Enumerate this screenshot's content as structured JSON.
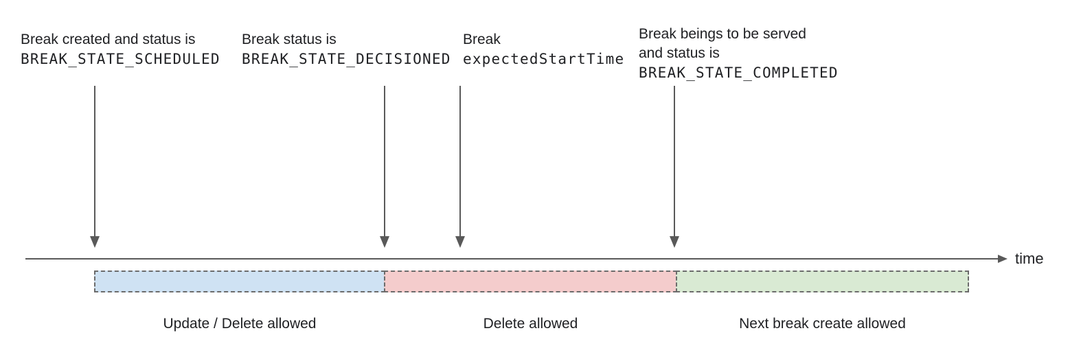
{
  "annotations": {
    "scheduled": {
      "line1": "Break created and status is",
      "code": "BREAK_STATE_SCHEDULED"
    },
    "decisioned": {
      "line1": "Break status is",
      "code": "BREAK_STATE_DECISIONED"
    },
    "expected_start": {
      "line1": "Break",
      "code": "expectedStartTime"
    },
    "completed": {
      "line1": "Break beings to be served",
      "line2": "and status is",
      "code": "BREAK_STATE_COMPLETED"
    }
  },
  "timeline": {
    "axis_label": "time",
    "segments": [
      {
        "label": "Update / Delete allowed",
        "color": "#cfe2f3"
      },
      {
        "label": "Delete allowed",
        "color": "#f4cccc"
      },
      {
        "label": "Next break create allowed",
        "color": "#d9ead3"
      }
    ]
  }
}
